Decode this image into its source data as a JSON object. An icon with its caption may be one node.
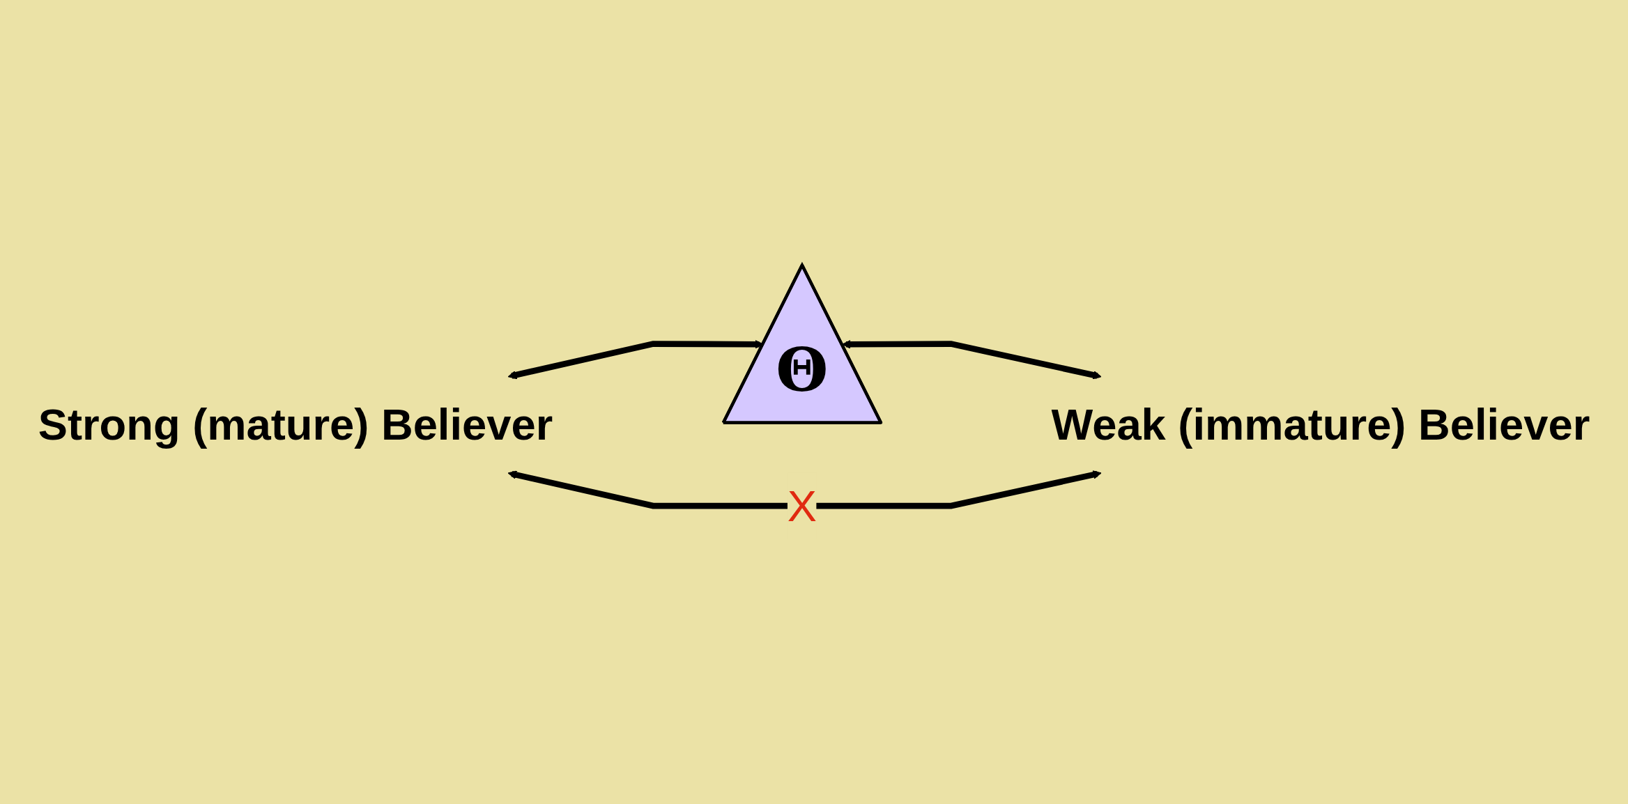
{
  "diagram": {
    "nodes": [
      {
        "text": [
          "Θ"
        ]
      },
      {
        "text": [
          "Strong (mature) Believer"
        ]
      },
      {
        "text": [
          "Weak (immature) Believer"
        ]
      }
    ],
    "edges": [
      {
        "from": 1,
        "to": 0,
        "arrow": "both"
      },
      {
        "from": 0,
        "to": 2,
        "arrow": "both"
      },
      {
        "from": 1,
        "to": 2,
        "arrow": "both",
        "label": "X"
      }
    ]
  }
}
